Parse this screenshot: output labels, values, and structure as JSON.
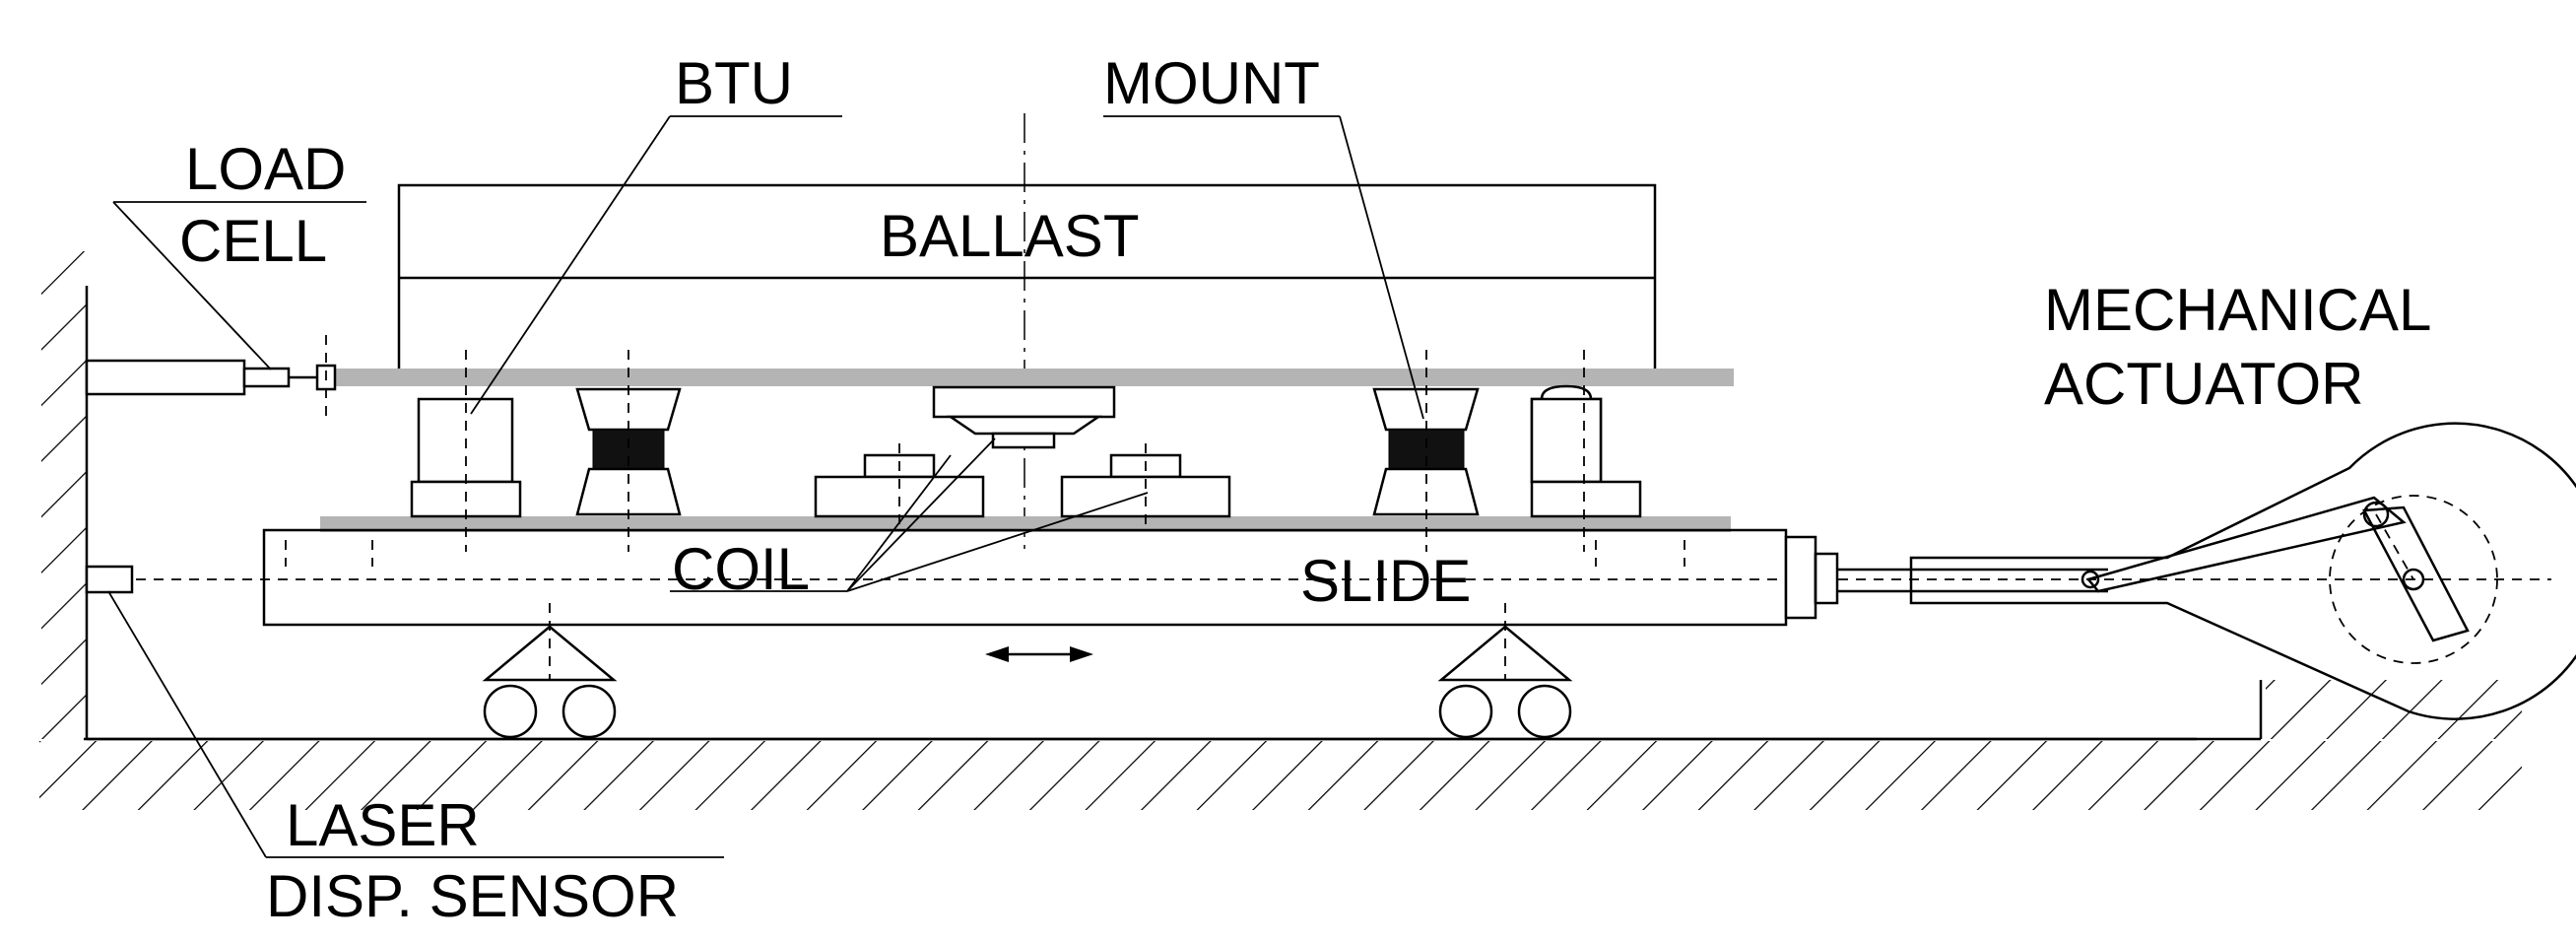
{
  "labels": {
    "btu": "BTU",
    "mount": "MOUNT",
    "load_cell_line1": "LOAD",
    "load_cell_line2": "CELL",
    "ballast": "BALLAST",
    "mechanical_line1": "MECHANICAL",
    "mechanical_line2": "ACTUATOR",
    "coil": "COIL",
    "slide": "SLIDE",
    "laser_line1": "LASER",
    "laser_line2": "DISP. SENSOR"
  }
}
